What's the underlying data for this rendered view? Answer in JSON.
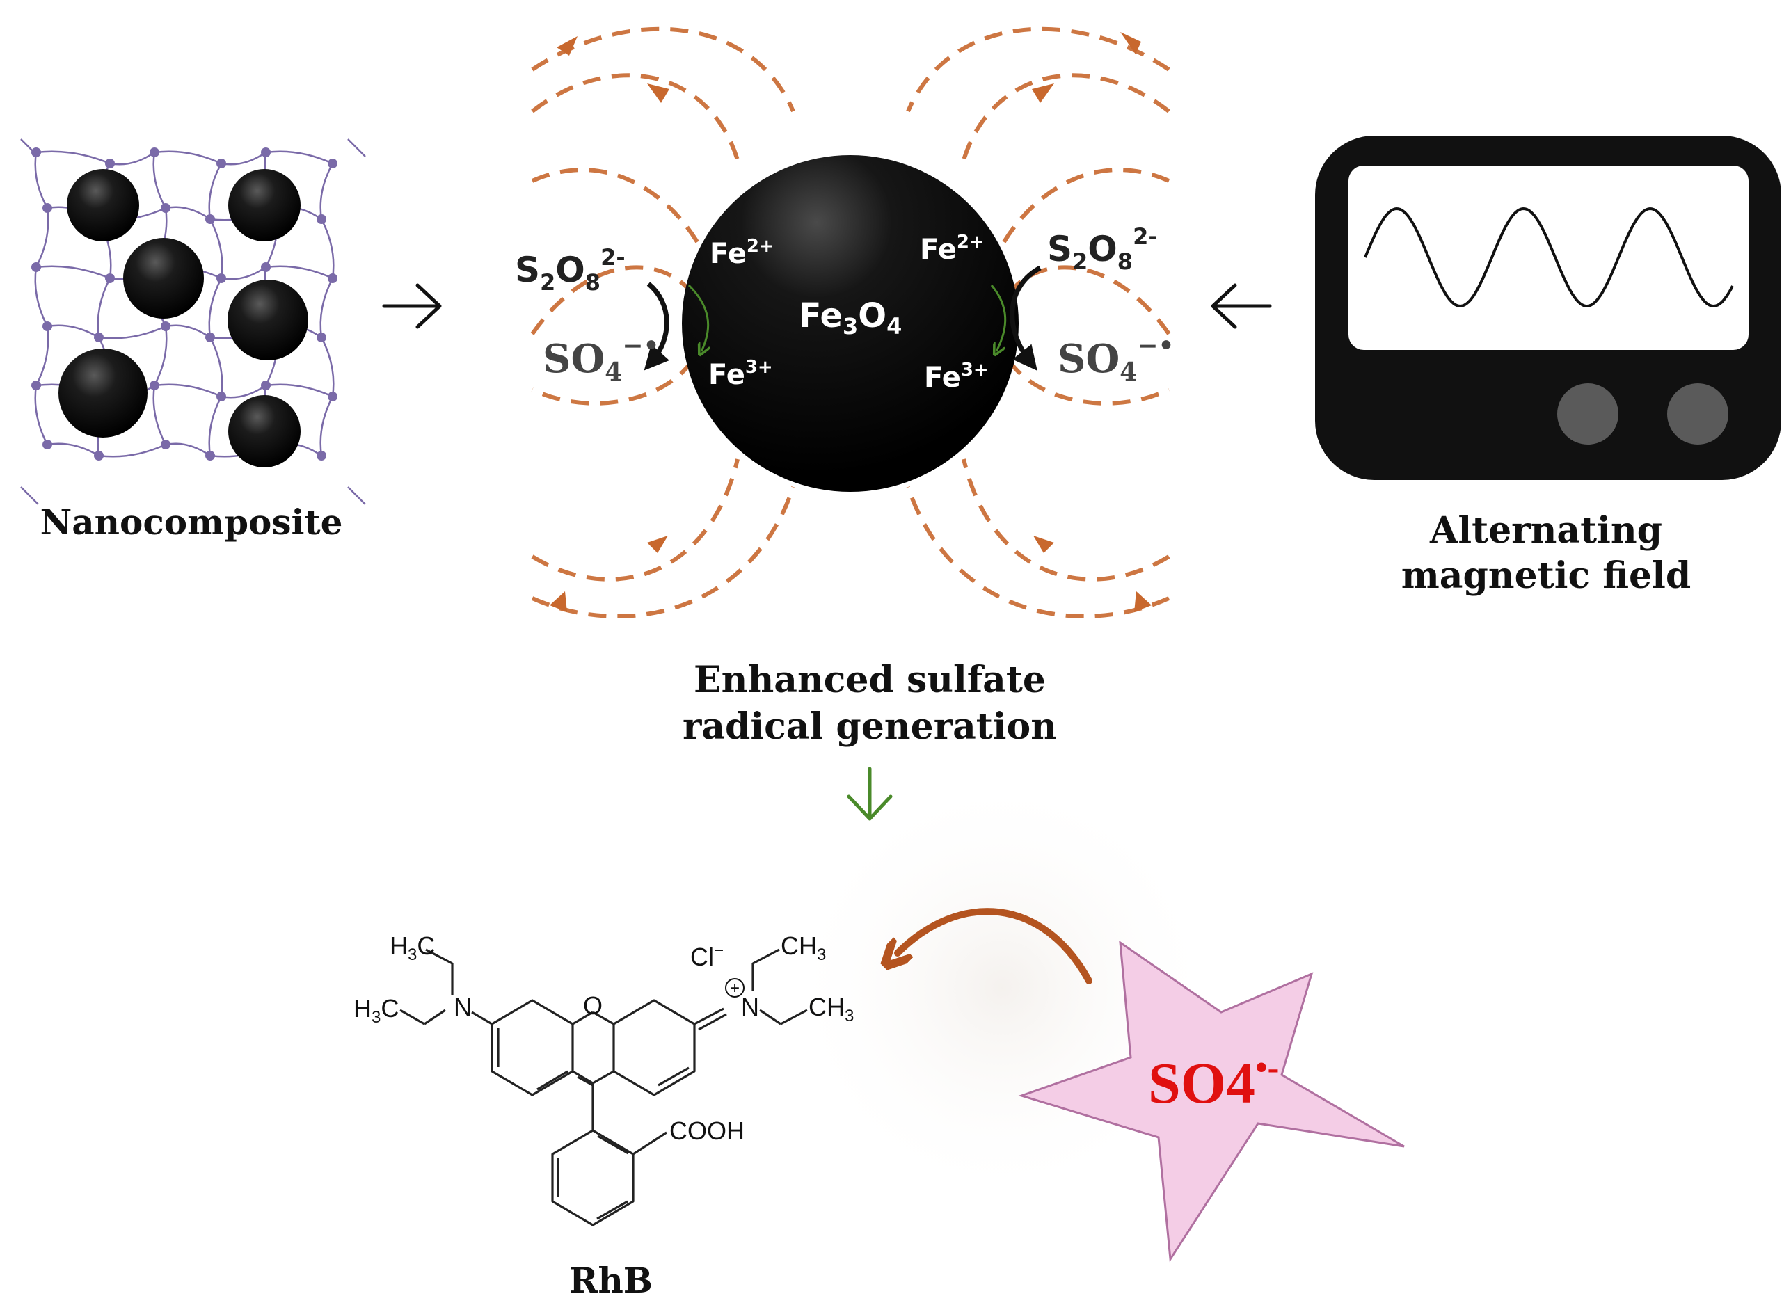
{
  "labels": {
    "nanocomposite": "Nanocomposite",
    "amf_line1": "Alternating",
    "amf_line2": "magnetic field",
    "enhanced_line1": "Enhanced sulfate",
    "enhanced_line2": "radical generation",
    "rhb": "RhB",
    "core": {
      "base": "Fe",
      "sub1": "3",
      "mid": "O",
      "sub2": "4"
    },
    "fe2": {
      "base": "Fe",
      "sup": "2+"
    },
    "fe3": {
      "base": "Fe",
      "sup": "3+"
    },
    "persulfate": {
      "s": "S",
      "s_sub": "2",
      "o": "O",
      "o_sub": "8",
      "charge": "2-"
    },
    "sulfate_radical": {
      "base": "SO",
      "sub": "4",
      "sup": "−•"
    },
    "star_radical": {
      "base": "SO4",
      "sup": "•-"
    }
  },
  "molecule": {
    "h3c_top": {
      "h": "H",
      "sub": "3",
      "c": "C"
    },
    "h3c_left": {
      "h": "H",
      "sub": "3",
      "c": "C"
    },
    "ch3_top": {
      "ch": "CH",
      "sub": "3"
    },
    "ch3_right": {
      "ch": "CH",
      "sub": "3"
    },
    "n_left": "N",
    "n_right": "N",
    "o_ring": "O",
    "chloride": {
      "cl": "Cl",
      "sup": "−"
    },
    "plus": "+",
    "cooh": "COOH"
  },
  "colors": {
    "field_lines": "#c8682e",
    "green_arrow": "#4a8a2a",
    "brown_arrow": "#b45420",
    "star_fill": "#f4cde6",
    "star_stroke": "#b070a0",
    "star_text": "#e01010",
    "network": "#7a6aa8",
    "device_body": "#111111",
    "device_knob": "#555555"
  },
  "icons": {
    "device": "alternating-magnetic-field-generator-icon",
    "nanocomposite": "nanocomposite-network-icon"
  }
}
